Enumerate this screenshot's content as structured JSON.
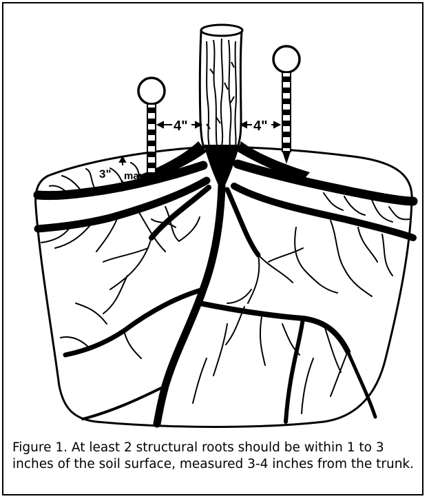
{
  "figure": {
    "labels": {
      "left_distance": "4\"",
      "right_distance": "4\"",
      "depth_value": "3\"",
      "depth_suffix": "max"
    },
    "caption": "Figure 1. At least 2 structural roots should be within 1 to 3 inches of the soil surface, measured 3-4 inches from the trunk.",
    "colors": {
      "ink": "#000000",
      "background": "#ffffff"
    }
  }
}
